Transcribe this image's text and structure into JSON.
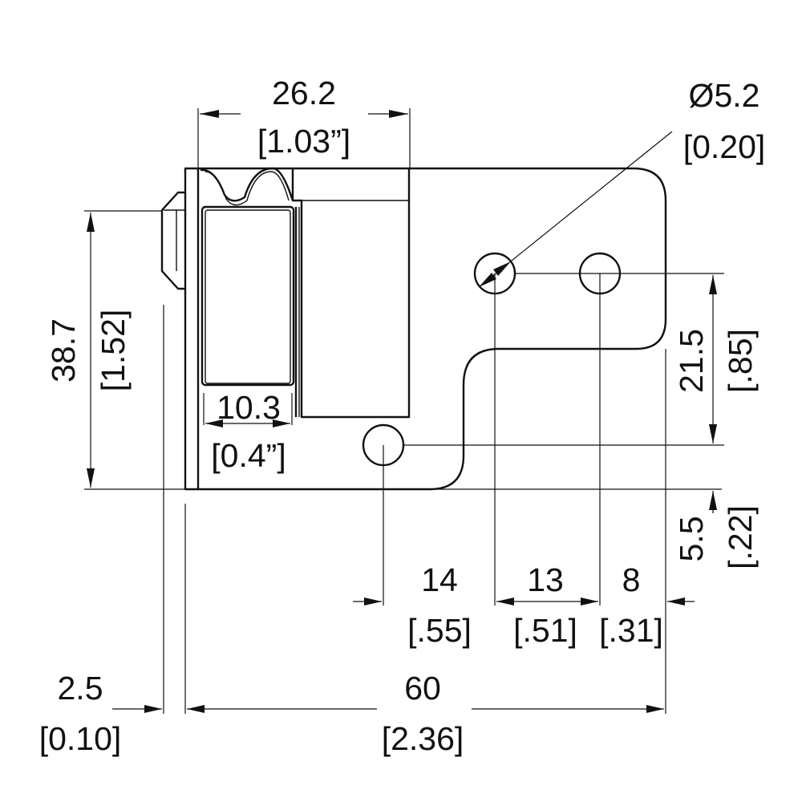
{
  "colors": {
    "line": "#111111",
    "background": "#ffffff"
  },
  "dimensions": {
    "width_top": {
      "mm": "26.2",
      "inch": "[1.03”]"
    },
    "hole_diameter": {
      "mm": "Ø5.2",
      "inch": "[0.20]"
    },
    "height_left": {
      "mm": "38.7",
      "inch": "[1.52]"
    },
    "inner_width": {
      "mm": "10.3",
      "inch": "[0.4”]"
    },
    "hole_vertical": {
      "mm": "21.5",
      "inch": "[.85]"
    },
    "hole_bottom": {
      "mm": "5.5",
      "inch": "[.22]"
    },
    "hole_offset_a": {
      "mm": "14",
      "inch": "[.55]"
    },
    "hole_spacing": {
      "mm": "13",
      "inch": "[.51]"
    },
    "hole_offset_b": {
      "mm": "8",
      "inch": "[.31]"
    },
    "thickness": {
      "mm": "2.5",
      "inch": "[0.10]"
    },
    "overall_length": {
      "mm": "60",
      "inch": "[2.36]"
    }
  }
}
